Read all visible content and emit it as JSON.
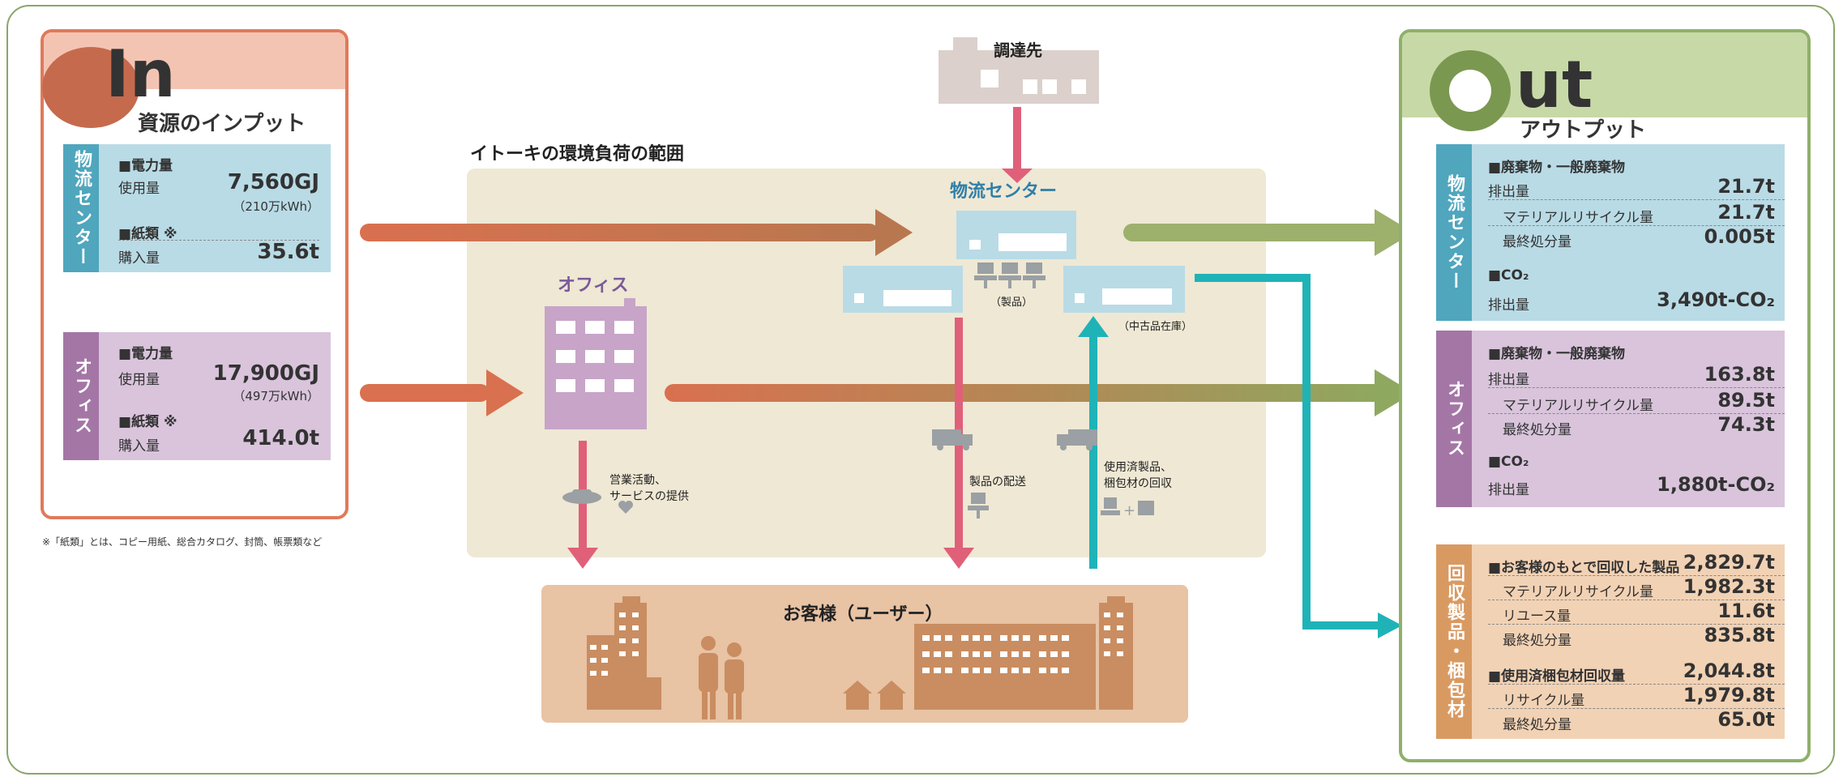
{
  "in": {
    "letter": "In",
    "subtitle": "資源のインプット",
    "logistics": {
      "tab": "物流センター",
      "electricity_title": "■電力量",
      "usage_label": "使用量",
      "usage_value": "7,560GJ",
      "usage_sub": "（210万kWh）",
      "paper_title": "■紙類 ※",
      "purchase_label": "購入量",
      "purchase_value": "35.6t"
    },
    "office": {
      "tab": "オフィス",
      "electricity_title": "■電力量",
      "usage_label": "使用量",
      "usage_value": "17,900GJ",
      "usage_sub": "（497万kWh）",
      "paper_title": "■紙類 ※",
      "purchase_label": "購入量",
      "purchase_value": "414.0t"
    },
    "footnote": "※「紙類」とは、コピー用紙、総合カタログ、封筒、帳票類など"
  },
  "center": {
    "scope_title": "イトーキの環境負荷の範囲",
    "supplier": "調達先",
    "logistics_center": "物流センター",
    "product_label": "（製品）",
    "reuse_label": "（中古品在庫）",
    "office": "オフィス",
    "service_label": "営業活動、\nサービスの提供",
    "delivery_label": "製品の配送",
    "collect_label": "使用済製品、\n梱包材の回収",
    "customer": "お客様（ユーザー）"
  },
  "out": {
    "letter": "ut",
    "subtitle": "アウトプット",
    "logistics": {
      "tab": "物流センター",
      "waste_title": "■廃棄物・一般廃棄物",
      "emission_label": "排出量",
      "emission_value": "21.7t",
      "material_label": "マテリアルリサイクル量",
      "material_value": "21.7t",
      "final_label": "最終処分量",
      "final_value": "0.005t",
      "co2_title": "■CO₂",
      "co2_label": "排出量",
      "co2_value": "3,490t-CO₂"
    },
    "office": {
      "tab": "オフィス",
      "waste_title": "■廃棄物・一般廃棄物",
      "emission_label": "排出量",
      "emission_value": "163.8t",
      "material_label": "マテリアルリサイクル量",
      "material_value": "89.5t",
      "final_label": "最終処分量",
      "final_value": "74.3t",
      "co2_title": "■CO₂",
      "co2_label": "排出量",
      "co2_value": "1,880t-CO₂"
    },
    "recovery": {
      "tab": "回収製品・梱包材",
      "products_title": "■お客様のもとで回収した製品",
      "products_value": "2,829.7t",
      "material_label": "マテリアルリサイクル量",
      "material_value": "1,982.3t",
      "reuse_label": "リユース量",
      "reuse_value": "11.6t",
      "final_label": "最終処分量",
      "final_value": "835.8t",
      "packaging_title": "■使用済梱包材回収量",
      "packaging_value": "2,044.8t",
      "recycle_label": "リサイクル量",
      "recycle_value": "1,979.8t",
      "final2_label": "最終処分量",
      "final2_value": "65.0t"
    }
  },
  "colors": {
    "in_accent": "#e07a5a",
    "out_accent": "#8fb06a",
    "logistics_panel": "#b9dbe6",
    "office_panel": "#d9c4dc",
    "recovery_panel": "#f2d2b4",
    "scope_bg": "#efe8d4",
    "customer_bg": "#e8c3a4",
    "pink_arrow": "#e0607a",
    "teal_arrow": "#1fb3b8"
  }
}
